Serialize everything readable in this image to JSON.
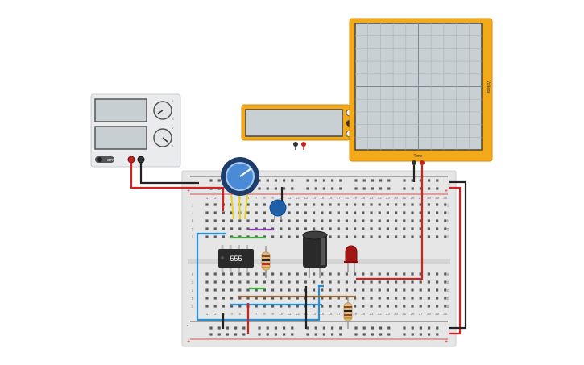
{
  "power_supply": {
    "switch_label": "OFF",
    "knob_marks": [
      "A",
      "B",
      "V",
      "A"
    ]
  },
  "multimeter": {
    "display_value": ""
  },
  "oscilloscope": {
    "x_axis_label": "Time",
    "y_axis_label": "Voltage"
  },
  "breadboard": {
    "rail_plus": "+",
    "rail_minus": "-",
    "row_letters_top": [
      "j",
      "i",
      "h",
      "g",
      "f"
    ],
    "row_letters_bottom": [
      "e",
      "d",
      "c",
      "b",
      "a"
    ],
    "column_numbers": [
      "1",
      "2",
      "3",
      "4",
      "5",
      "6",
      "7",
      "8",
      "9",
      "10",
      "11",
      "12",
      "13",
      "14",
      "15",
      "16",
      "17",
      "18",
      "19",
      "20",
      "21",
      "22",
      "23",
      "24",
      "25",
      "26",
      "27",
      "28",
      "29",
      "30"
    ]
  },
  "ic": {
    "label": "555"
  },
  "colors": {
    "instrument_gold": "#f2a91c",
    "screen_bg": "#c9d0d4",
    "wire_red": "#d32020",
    "wire_black": "#222222",
    "wire_blue": "#2a8fd0",
    "wire_green": "#3bb33b",
    "wire_purple": "#8a3bb3",
    "wire_brown": "#9a6a3a",
    "breadboard": "#e6e6e6"
  }
}
